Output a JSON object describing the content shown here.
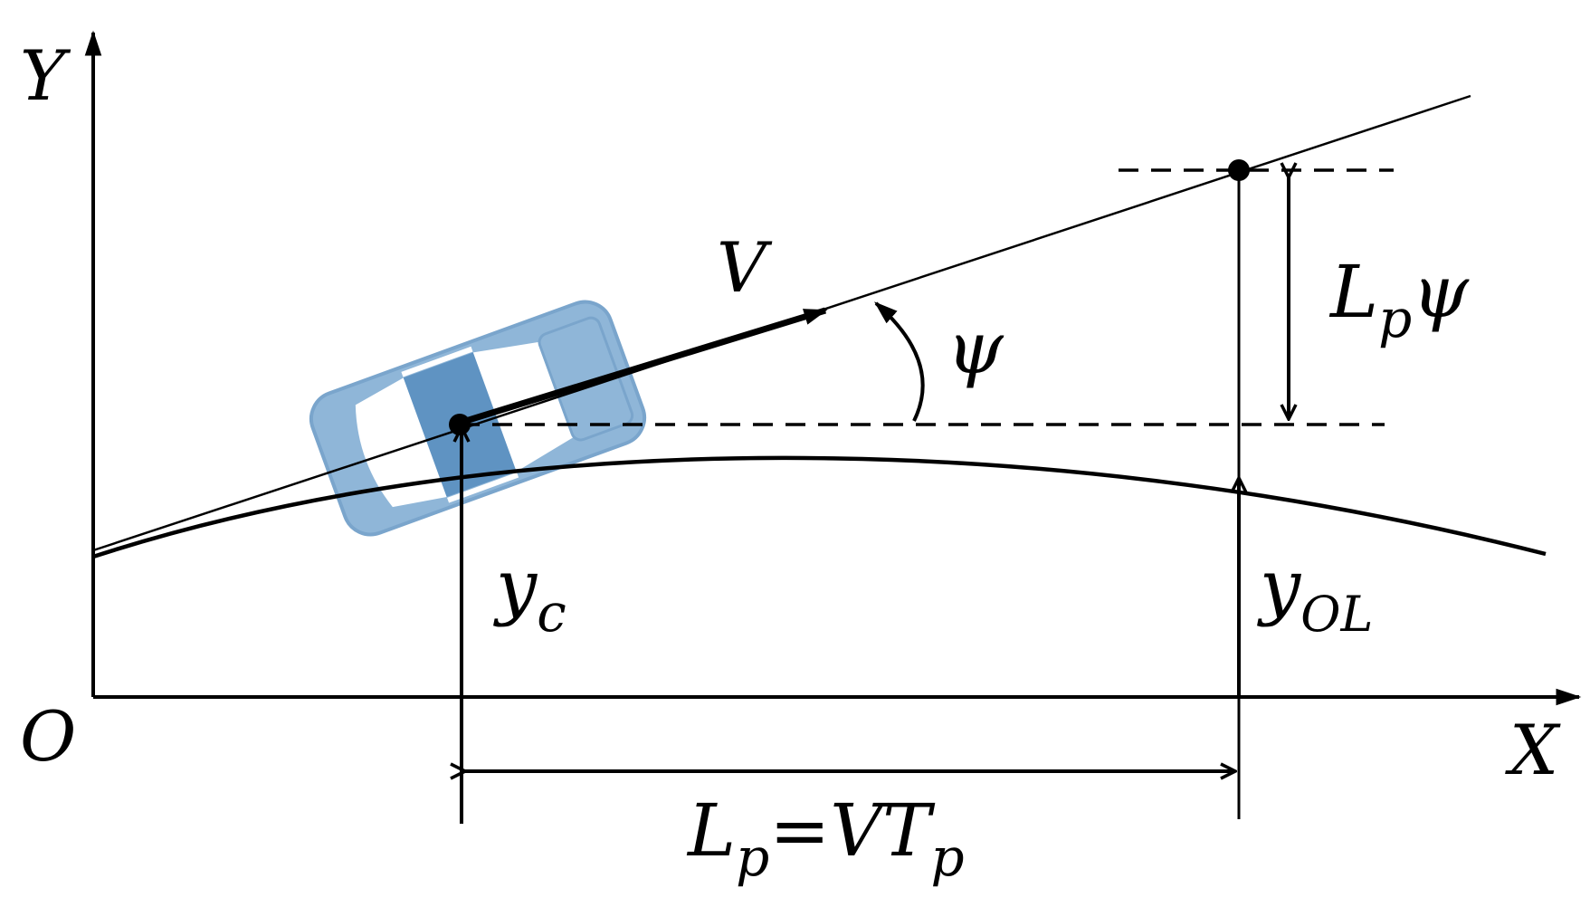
{
  "colors": {
    "ink": "#000000",
    "car_body": "#8fb6d8",
    "car_dark": "#5f93c2",
    "car_glass": "#ffffff"
  },
  "labels": {
    "y_axis": "Y",
    "x_axis": "X",
    "origin": "O",
    "velocity": "V",
    "heading_angle": "ψ",
    "lateral_offset_base": "L",
    "lateral_offset_sub": "p",
    "lateral_offset_tail": "ψ",
    "yc_base": "y",
    "yc_sub": "c",
    "yol_base": "y",
    "yol_sub": "OL",
    "lp_base": "L",
    "lp_sub": "p",
    "lp_eq": "=VT",
    "lp_eq_sub": "p"
  },
  "icons": {
    "vehicle": "car-top-view-icon"
  }
}
